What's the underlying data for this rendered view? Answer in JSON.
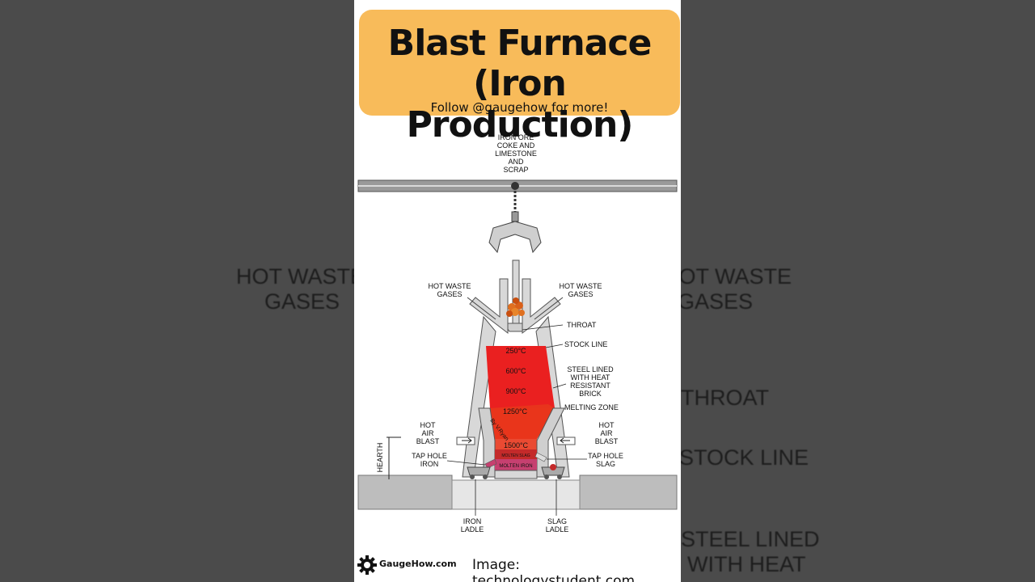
{
  "title": {
    "line1": "Blast Furnace",
    "line2": "(Iron Production)",
    "follow": "Follow @gaugehow for more!"
  },
  "diagram": {
    "input_label": [
      "IRON ORE",
      "COKE AND",
      "LIMESTONE",
      "AND",
      "SCRAP"
    ],
    "hot_waste_left": [
      "HOT WASTE",
      "GASES"
    ],
    "hot_waste_right": [
      "HOT WASTE",
      "GASES"
    ],
    "throat": "THROAT",
    "stock_line": "STOCK LINE",
    "steel_lined": [
      "STEEL LINED",
      "WITH HEAT",
      "RESISTANT",
      "BRICK"
    ],
    "melting_zone": "MELTING ZONE",
    "hot_air_left": [
      "HOT",
      "AIR",
      "BLAST"
    ],
    "hot_air_right": [
      "HOT",
      "AIR",
      "BLAST"
    ],
    "hearth": "HEARTH",
    "tap_hole_iron": [
      "TAP HOLE",
      "IRON"
    ],
    "tap_hole_slag": [
      "TAP HOLE",
      "SLAG"
    ],
    "iron_ladle": [
      "IRON",
      "LADLE"
    ],
    "slag_ladle": [
      "SLAG",
      "LADLE"
    ],
    "molten_slag": "MOLTEN SLAG",
    "molten_iron": "MOLTEN IRON",
    "temps": [
      "250°C",
      "600°C",
      "900°C",
      "1250°C",
      "1500°C"
    ],
    "watermark": "By V.Ryan",
    "colors": {
      "zone_top": "#ea2020",
      "zone_mid": "#ee2a1a",
      "zone_low": "#e8361c",
      "slag": "#c42a2a",
      "iron": "#c64070",
      "steel": "#d8d8d8",
      "ground": "#bdbdbd"
    }
  },
  "footer": {
    "logo": "GaugeHow.com",
    "credit": "Image: technologystudent.com"
  },
  "background_ghost": {
    "left": [
      "HOT WASTE",
      "GASES"
    ],
    "right": [
      "HOT WASTE",
      "GASES",
      "THROAT",
      "STOCK LINE",
      "STEEL LINED",
      "WITH HEAT"
    ]
  }
}
